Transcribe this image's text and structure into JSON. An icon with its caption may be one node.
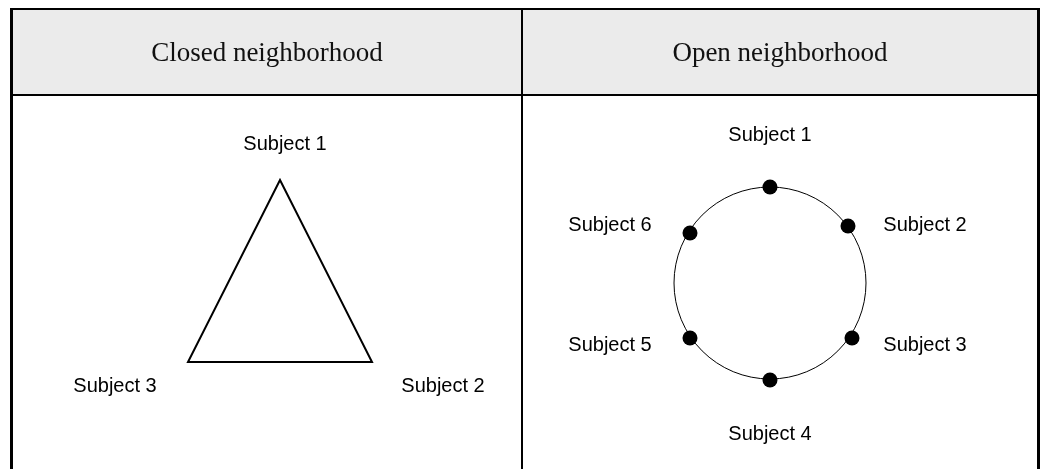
{
  "diagram": {
    "nodes": [
      {
        "text": [
          "Closed neighborhood"
        ]
      },
      {
        "text": [
          "Open neighborhood"
        ]
      },
      {
        "text": [],
        "shape": "triangle",
        "in": 0,
        "beside": [
          "Subject 1",
          "Subject 3",
          "Subject 2"
        ]
      },
      {
        "text": [],
        "shape": "circle",
        "in": 1,
        "beside": [
          "Subject 1",
          "Subject 6",
          "Subject 2",
          "Subject 5",
          "Subject 3",
          "Subject 4"
        ]
      }
    ]
  }
}
